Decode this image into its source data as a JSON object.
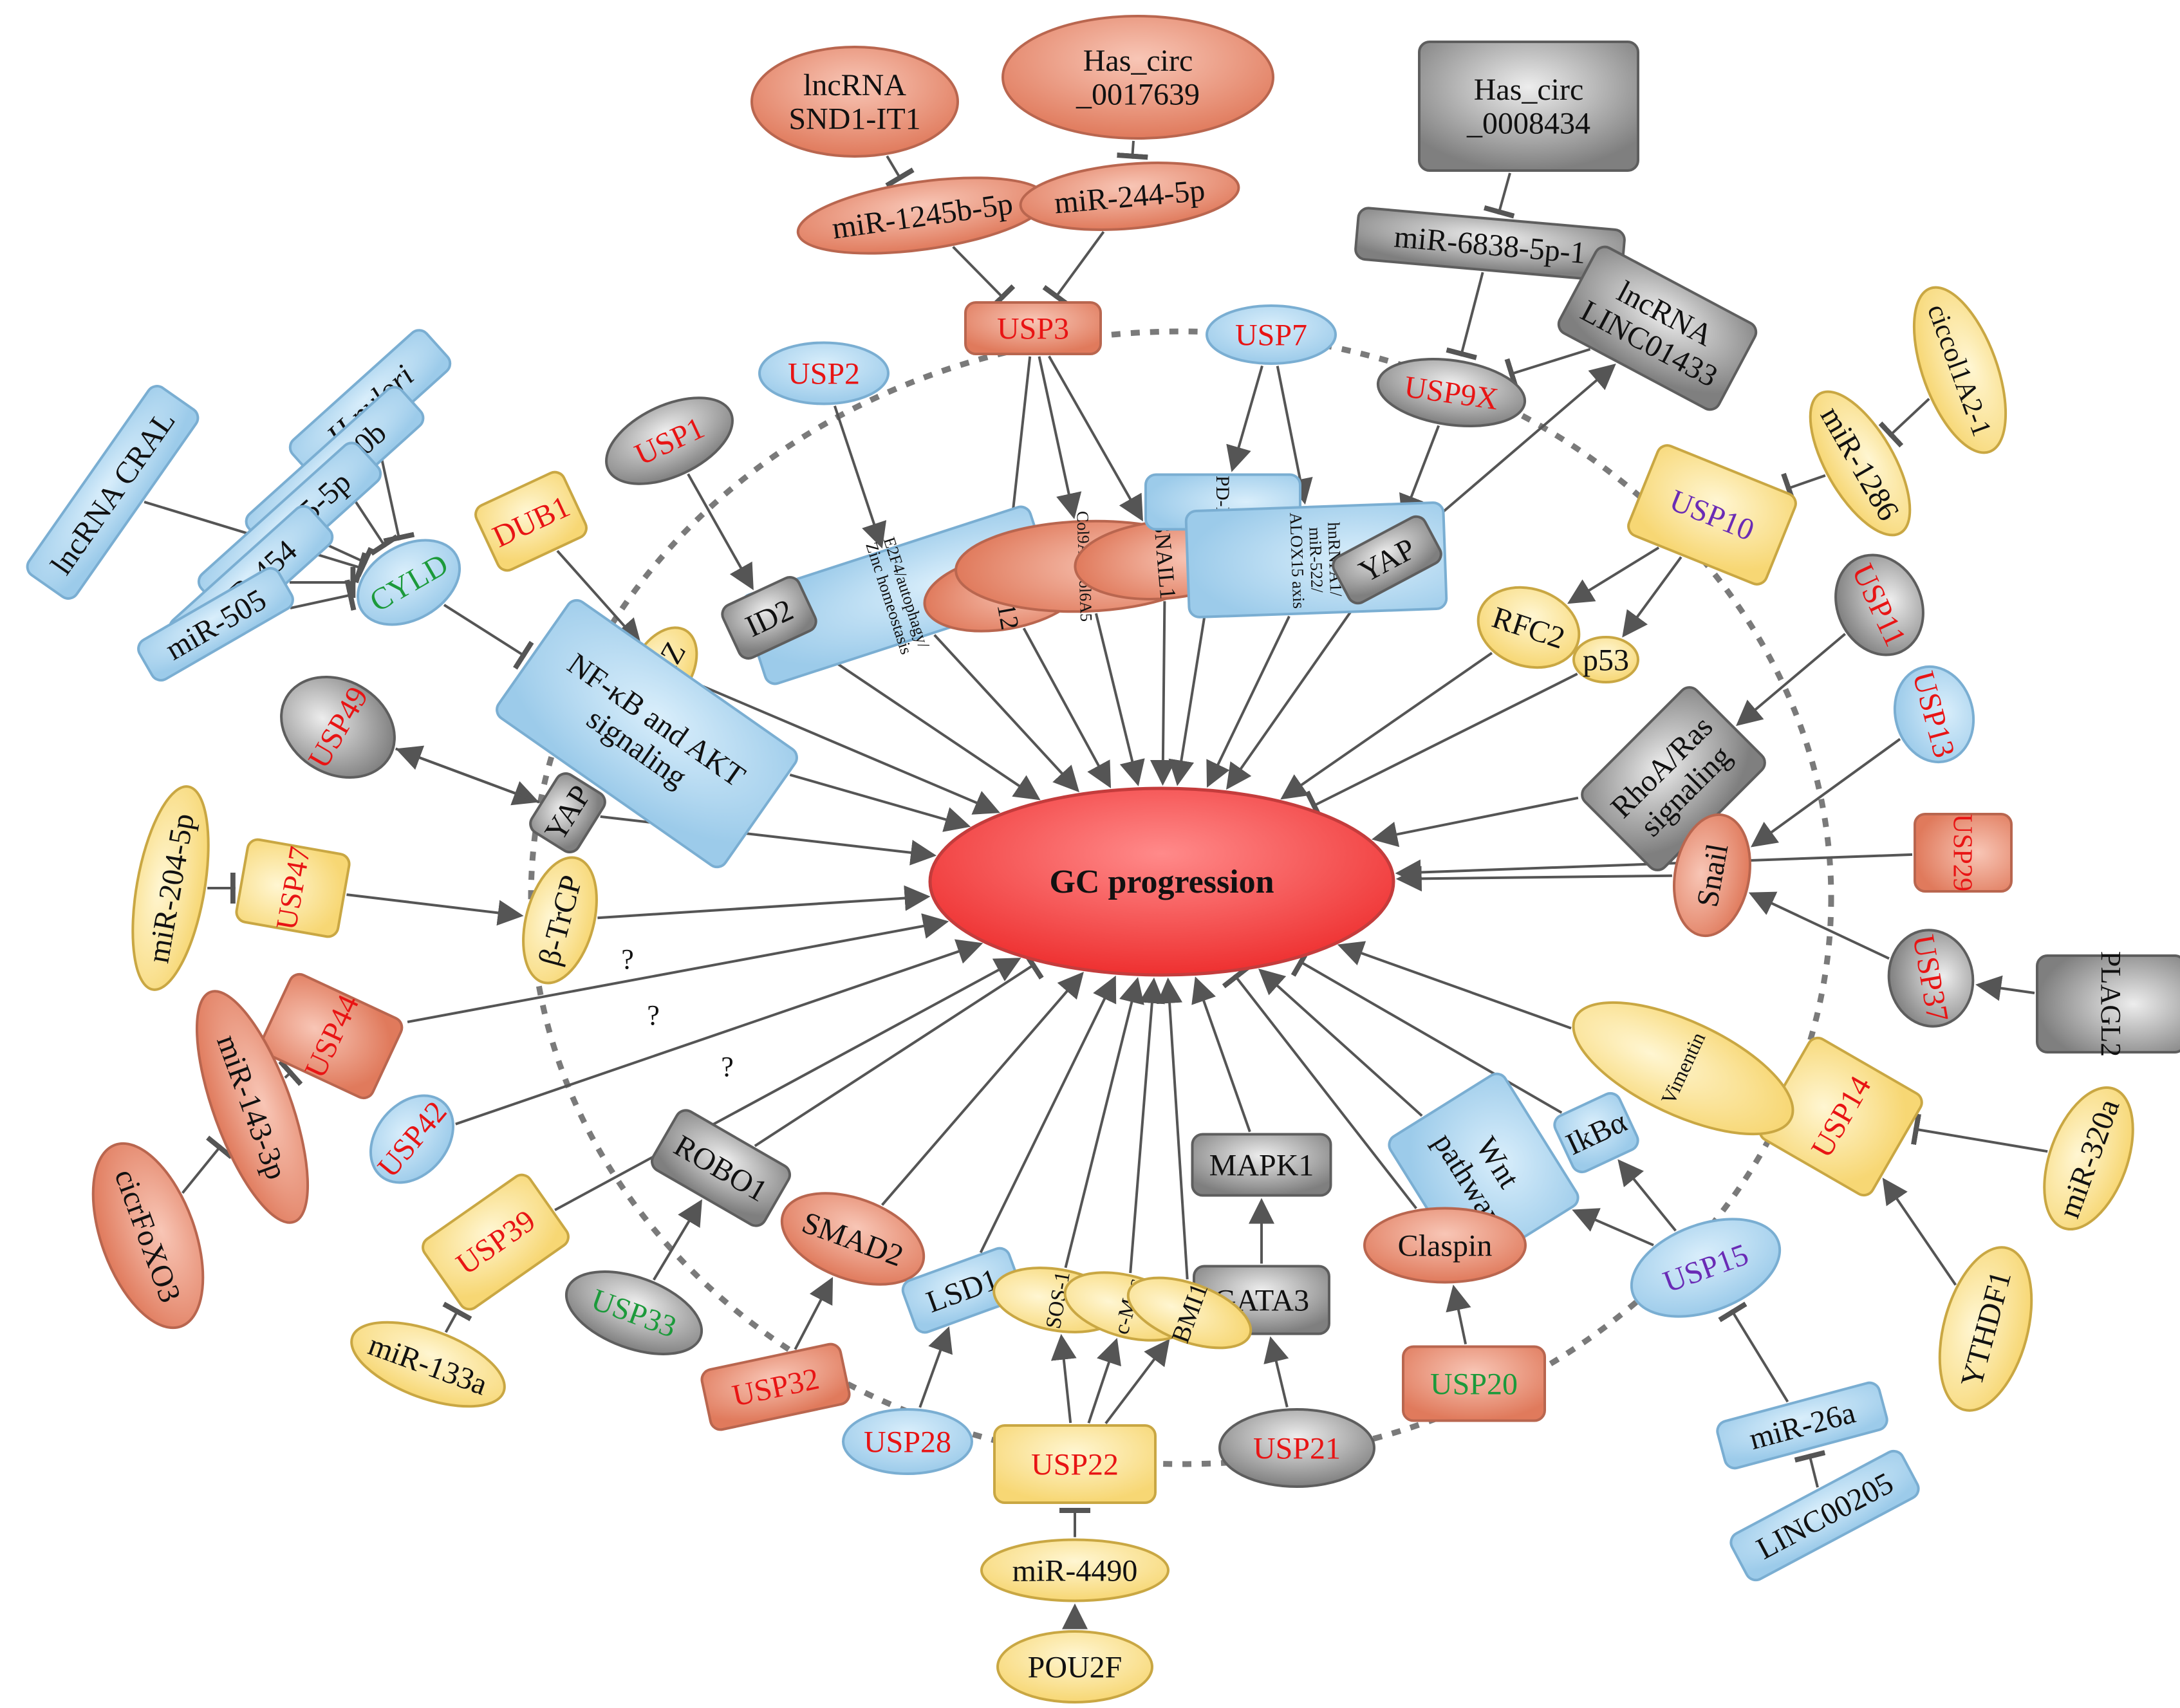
{
  "colors": {
    "salmon": "#e8856a",
    "grey": "#8f8f8f",
    "blue": "#a9d4ef",
    "yellow": "#fbe18b",
    "red": "#f04a4a",
    "label_red": "#e81414",
    "label_green": "#1c9a3b",
    "label_purple": "#6a2bb5",
    "label_black": "#111111"
  },
  "center": {
    "label": "GC progression"
  },
  "ring_marks": [
    "?",
    "?",
    "?"
  ],
  "nodes": [
    {
      "id": "lncrna_snd1",
      "label": "lncRNA SND1-IT1",
      "lines": [
        "lncRNA",
        "SND1-IT1"
      ],
      "shape": "ellipse",
      "color": "salmon"
    },
    {
      "id": "has_circ_0017639",
      "label": "Has_circ _0017639",
      "lines": [
        "Has_circ",
        "_0017639"
      ],
      "shape": "ellipse",
      "color": "salmon"
    },
    {
      "id": "has_circ_0008434",
      "label": "Has_circ _0008434",
      "lines": [
        "Has_circ",
        "_0008434"
      ],
      "shape": "rect",
      "color": "grey"
    },
    {
      "id": "mir_1245b",
      "label": "miR-1245b-5p",
      "shape": "ellipse",
      "color": "salmon"
    },
    {
      "id": "mir_244",
      "label": "miR-244-5p",
      "shape": "ellipse",
      "color": "salmon"
    },
    {
      "id": "mir_6838",
      "label": "miR-6838-5p-1",
      "shape": "rect",
      "color": "grey"
    },
    {
      "id": "lncrna_linc01433",
      "label": "lncRNA LINC01433",
      "lines": [
        "lncRNA",
        "LINC01433"
      ],
      "shape": "rect",
      "color": "grey"
    },
    {
      "id": "ciccol1a2",
      "label": "ciccol1A2-1",
      "shape": "ellipse",
      "color": "yellow"
    },
    {
      "id": "mir_1286",
      "label": "miR-1286",
      "shape": "ellipse",
      "color": "yellow"
    },
    {
      "id": "usp3",
      "label": "USP3",
      "shape": "rect",
      "color": "salmon",
      "label_color": "label_red"
    },
    {
      "id": "usp7",
      "label": "USP7",
      "shape": "ellipse",
      "color": "blue",
      "label_color": "label_red"
    },
    {
      "id": "usp9x",
      "label": "USP9X",
      "shape": "ellipse",
      "color": "grey",
      "label_color": "label_red"
    },
    {
      "id": "usp2",
      "label": "USP2",
      "shape": "ellipse",
      "color": "blue",
      "label_color": "label_red"
    },
    {
      "id": "usp1",
      "label": "USP1",
      "shape": "ellipse",
      "color": "grey",
      "label_color": "label_red"
    },
    {
      "id": "dub1",
      "label": "DUB1",
      "shape": "rect",
      "color": "yellow",
      "label_color": "label_red"
    },
    {
      "id": "cyld",
      "label": "CYLD",
      "shape": "ellipse",
      "color": "blue",
      "label_color": "label_green"
    },
    {
      "id": "usp10",
      "label": "USP10",
      "shape": "rect",
      "color": "yellow",
      "label_color": "label_purple"
    },
    {
      "id": "usp11",
      "label": "USP11",
      "shape": "ellipse",
      "color": "grey",
      "label_color": "label_red"
    },
    {
      "id": "usp13",
      "label": "USP13",
      "shape": "ellipse",
      "color": "blue",
      "label_color": "label_red"
    },
    {
      "id": "usp29",
      "label": "USP29",
      "shape": "rect",
      "color": "salmon",
      "label_color": "label_red"
    },
    {
      "id": "usp37",
      "label": "USP37",
      "shape": "ellipse",
      "color": "grey",
      "label_color": "label_red"
    },
    {
      "id": "usp14",
      "label": "USP14",
      "shape": "rect",
      "color": "yellow",
      "label_color": "label_red"
    },
    {
      "id": "usp15",
      "label": "USP15",
      "shape": "ellipse",
      "color": "blue",
      "label_color": "label_purple"
    },
    {
      "id": "usp20",
      "label": "USP20",
      "shape": "rect",
      "color": "salmon",
      "label_color": "label_green"
    },
    {
      "id": "usp21",
      "label": "USP21",
      "shape": "ellipse",
      "color": "grey",
      "label_color": "label_red"
    },
    {
      "id": "usp22",
      "label": "USP22",
      "shape": "rect",
      "color": "yellow",
      "label_color": "label_red"
    },
    {
      "id": "usp28",
      "label": "USP28",
      "shape": "ellipse",
      "color": "blue",
      "label_color": "label_red"
    },
    {
      "id": "usp32",
      "label": "USP32",
      "shape": "rect",
      "color": "salmon",
      "label_color": "label_red"
    },
    {
      "id": "usp33",
      "label": "USP33",
      "shape": "ellipse",
      "color": "grey",
      "label_color": "label_green"
    },
    {
      "id": "usp39",
      "label": "USP39",
      "shape": "rect",
      "color": "yellow",
      "label_color": "label_red"
    },
    {
      "id": "usp42",
      "label": "USP42",
      "shape": "ellipse",
      "color": "blue",
      "label_color": "label_red"
    },
    {
      "id": "usp44",
      "label": "USP44",
      "shape": "rect",
      "color": "salmon",
      "label_color": "label_red"
    },
    {
      "id": "usp47",
      "label": "USP47",
      "shape": "rect",
      "color": "yellow",
      "label_color": "label_red"
    },
    {
      "id": "usp49",
      "label": "USP49",
      "shape": "ellipse",
      "color": "grey",
      "label_color": "label_red"
    },
    {
      "id": "lncrna_cral",
      "label": "lncRNA CRAL",
      "shape": "rect",
      "color": "blue"
    },
    {
      "id": "hpylori",
      "label": "H.pylori",
      "shape": "rect",
      "color": "blue",
      "italic": true
    },
    {
      "id": "mir_130b",
      "label": "miR-130b",
      "shape": "rect",
      "color": "blue"
    },
    {
      "id": "mir_425",
      "label": "miR-425-5p",
      "shape": "rect",
      "color": "blue"
    },
    {
      "id": "mir_454",
      "label": "miR-454",
      "shape": "rect",
      "color": "blue"
    },
    {
      "id": "mir_505",
      "label": "miR-505",
      "shape": "rect",
      "color": "blue"
    },
    {
      "id": "e2f4",
      "label": "E2F4/autophagy/ Zinc homeostasis",
      "lines": [
        "E2F4/autophagy/",
        "Zinc homeostasis"
      ],
      "shape": "rect",
      "color": "blue"
    },
    {
      "id": "suz12",
      "label": "SUZ12",
      "shape": "ellipse",
      "color": "salmon"
    },
    {
      "id": "col9a3",
      "label": "Col9A3/Col6A5",
      "shape": "ellipse",
      "color": "salmon"
    },
    {
      "id": "snail1",
      "label": "SNAIL1",
      "shape": "ellipse",
      "color": "salmon"
    },
    {
      "id": "pdl1",
      "label": "PD-L1",
      "shape": "rect",
      "color": "blue"
    },
    {
      "id": "hnrnpa1",
      "label": "hnRNPA1/ miR-522/ ALOX15 axis",
      "lines": [
        "hnRNPA1/",
        "miR-522/",
        "ALOX15 axis"
      ],
      "shape": "rect",
      "color": "blue"
    },
    {
      "id": "yap_top",
      "label": "YAP",
      "shape": "rect",
      "color": "grey"
    },
    {
      "id": "id2",
      "label": "ID2",
      "shape": "rect",
      "color": "grey"
    },
    {
      "id": "taz",
      "label": "TAZ",
      "shape": "ellipse",
      "color": "yellow"
    },
    {
      "id": "nfkb",
      "label": "NF-κB and AKT signaling",
      "lines": [
        "NF-κB and AKT",
        "signaling"
      ],
      "shape": "rect",
      "color": "blue"
    },
    {
      "id": "yap_left",
      "label": "YAP",
      "shape": "rect",
      "color": "grey"
    },
    {
      "id": "btrcp",
      "label": "β-TrCP",
      "shape": "ellipse",
      "color": "yellow"
    },
    {
      "id": "mir_204",
      "label": "miR-204-5p",
      "shape": "ellipse",
      "color": "yellow"
    },
    {
      "id": "mir_143",
      "label": "miR-143-3p",
      "shape": "ellipse",
      "color": "salmon"
    },
    {
      "id": "circfoxo3",
      "label": "cicrFoXO3",
      "shape": "ellipse",
      "color": "salmon"
    },
    {
      "id": "rfc2",
      "label": "RFC2",
      "shape": "ellipse",
      "color": "yellow"
    },
    {
      "id": "p53",
      "label": "p53",
      "shape": "ellipse",
      "color": "yellow"
    },
    {
      "id": "rhoa",
      "label": "RhoA/Ras signaling",
      "lines": [
        "RhoA/Ras",
        "signaling"
      ],
      "shape": "rect",
      "color": "grey"
    },
    {
      "id": "snail",
      "label": "Snail",
      "shape": "ellipse",
      "color": "salmon"
    },
    {
      "id": "plagl2",
      "label": "PLAGL2",
      "shape": "rect",
      "color": "grey"
    },
    {
      "id": "vimentin",
      "label": "Vimentin",
      "shape": "ellipse",
      "color": "yellow"
    },
    {
      "id": "ikba",
      "label": "IkBα",
      "shape": "rect",
      "color": "blue"
    },
    {
      "id": "wnt",
      "label": "Wnt pathway",
      "lines": [
        "Wnt",
        "pathway"
      ],
      "shape": "rect",
      "color": "blue"
    },
    {
      "id": "mir_320a",
      "label": "miR-320a",
      "shape": "ellipse",
      "color": "yellow"
    },
    {
      "id": "ythdf1",
      "label": "YTHDF1",
      "shape": "ellipse",
      "color": "yellow"
    },
    {
      "id": "mapk1",
      "label": "MAPK1",
      "shape": "rect",
      "color": "grey"
    },
    {
      "id": "gata3",
      "label": "GATA3",
      "shape": "rect",
      "color": "grey"
    },
    {
      "id": "claspin",
      "label": "Claspin",
      "shape": "ellipse",
      "color": "salmon"
    },
    {
      "id": "robo1",
      "label": "ROBO1",
      "shape": "rect",
      "color": "grey"
    },
    {
      "id": "smad2",
      "label": "SMAD2",
      "shape": "ellipse",
      "color": "salmon"
    },
    {
      "id": "lsd1",
      "label": "LSD1",
      "shape": "rect",
      "color": "blue"
    },
    {
      "id": "sos1",
      "label": "SOS-1",
      "shape": "ellipse",
      "color": "yellow"
    },
    {
      "id": "cmyc",
      "label": "c-Myc",
      "shape": "ellipse",
      "color": "yellow"
    },
    {
      "id": "bmi1",
      "label": "BMI1",
      "shape": "ellipse",
      "color": "yellow"
    },
    {
      "id": "mir_133a",
      "label": "miR-133a",
      "shape": "ellipse",
      "color": "yellow"
    },
    {
      "id": "mir_4490",
      "label": "miR-4490",
      "shape": "ellipse",
      "color": "yellow"
    },
    {
      "id": "pou2f",
      "label": "POU2F",
      "shape": "ellipse",
      "color": "yellow"
    },
    {
      "id": "mir_26a",
      "label": "miR-26a",
      "shape": "rect",
      "color": "blue"
    },
    {
      "id": "linc00205",
      "label": "LINC00205",
      "shape": "rect",
      "color": "blue"
    }
  ],
  "edges": [
    {
      "from": "lncrna_snd1",
      "to": "mir_1245b",
      "type": "inhibit"
    },
    {
      "from": "has_circ_0017639",
      "to": "mir_244",
      "type": "inhibit"
    },
    {
      "from": "has_circ_0008434",
      "to": "mir_6838",
      "type": "inhibit"
    },
    {
      "from": "mir_1245b",
      "to": "usp3",
      "type": "inhibit"
    },
    {
      "from": "mir_244",
      "to": "usp3",
      "type": "inhibit"
    },
    {
      "from": "mir_6838",
      "to": "usp9x",
      "type": "inhibit"
    },
    {
      "from": "lncrna_linc01433",
      "to": "usp9x",
      "type": "inhibit"
    },
    {
      "from": "ciccol1a2",
      "to": "mir_1286",
      "type": "inhibit"
    },
    {
      "from": "mir_1286",
      "to": "usp10",
      "type": "inhibit"
    },
    {
      "from": "usp3",
      "to": "suz12",
      "type": "activate"
    },
    {
      "from": "usp3",
      "to": "col9a3",
      "type": "activate"
    },
    {
      "from": "usp3",
      "to": "snail1",
      "type": "activate"
    },
    {
      "from": "usp2",
      "to": "e2f4",
      "type": "activate"
    },
    {
      "from": "usp7",
      "to": "pdl1",
      "type": "activate"
    },
    {
      "from": "usp7",
      "to": "hnrnpa1",
      "type": "activate"
    },
    {
      "from": "usp9x",
      "to": "yap_top",
      "type": "activate"
    },
    {
      "from": "yap_top",
      "to": "lncrna_linc01433",
      "type": "activate"
    },
    {
      "from": "usp1",
      "to": "id2",
      "type": "activate"
    },
    {
      "from": "dub1",
      "to": "taz",
      "type": "activate"
    },
    {
      "from": "lncrna_cral",
      "to": "cyld",
      "type": "inhibit"
    },
    {
      "from": "hpylori",
      "to": "cyld",
      "type": "inhibit"
    },
    {
      "from": "mir_130b",
      "to": "cyld",
      "type": "inhibit"
    },
    {
      "from": "mir_425",
      "to": "cyld",
      "type": "inhibit"
    },
    {
      "from": "mir_454",
      "to": "cyld",
      "type": "inhibit"
    },
    {
      "from": "mir_505",
      "to": "cyld",
      "type": "inhibit"
    },
    {
      "from": "cyld",
      "to": "nfkb",
      "type": "inhibit"
    },
    {
      "from": "usp49",
      "to": "yap_left",
      "type": "activate"
    },
    {
      "from": "yap_left",
      "to": "usp49",
      "type": "activate"
    },
    {
      "from": "mir_204",
      "to": "usp47",
      "type": "inhibit"
    },
    {
      "from": "usp47",
      "to": "btrcp",
      "type": "activate"
    },
    {
      "from": "circfoxo3",
      "to": "mir_143",
      "type": "inhibit"
    },
    {
      "from": "mir_143",
      "to": "usp44",
      "type": "inhibit"
    },
    {
      "from": "usp10",
      "to": "rfc2",
      "type": "activate"
    },
    {
      "from": "usp10",
      "to": "p53",
      "type": "activate"
    },
    {
      "from": "usp11",
      "to": "rhoa",
      "type": "activate"
    },
    {
      "from": "usp13",
      "to": "snail",
      "type": "activate"
    },
    {
      "from": "usp37",
      "to": "snail",
      "type": "activate"
    },
    {
      "from": "plagl2",
      "to": "usp37",
      "type": "activate"
    },
    {
      "from": "usp14",
      "to": "vimentin",
      "type": "activate"
    },
    {
      "from": "mir_320a",
      "to": "usp14",
      "type": "inhibit"
    },
    {
      "from": "ythdf1",
      "to": "usp14",
      "type": "activate"
    },
    {
      "from": "usp15",
      "to": "ikba",
      "type": "activate"
    },
    {
      "from": "usp15",
      "to": "wnt",
      "type": "activate"
    },
    {
      "from": "mir_26a",
      "to": "usp15",
      "type": "inhibit"
    },
    {
      "from": "linc00205",
      "to": "mir_26a",
      "type": "inhibit"
    },
    {
      "from": "usp20",
      "to": "claspin",
      "type": "activate"
    },
    {
      "from": "usp21",
      "to": "gata3",
      "type": "activate"
    },
    {
      "from": "gata3",
      "to": "mapk1",
      "type": "activate"
    },
    {
      "from": "usp22",
      "to": "sos1",
      "type": "activate"
    },
    {
      "from": "usp22",
      "to": "cmyc",
      "type": "activate"
    },
    {
      "from": "usp22",
      "to": "bmi1",
      "type": "activate"
    },
    {
      "from": "mir_4490",
      "to": "usp22",
      "type": "inhibit"
    },
    {
      "from": "pou2f",
      "to": "mir_4490",
      "type": "activate"
    },
    {
      "from": "usp28",
      "to": "lsd1",
      "type": "activate"
    },
    {
      "from": "usp32",
      "to": "smad2",
      "type": "activate"
    },
    {
      "from": "usp33",
      "to": "robo1",
      "type": "activate"
    },
    {
      "from": "mir_133a",
      "to": "usp39",
      "type": "inhibit"
    },
    {
      "from": "e2f4",
      "to": "center",
      "type": "activate"
    },
    {
      "from": "suz12",
      "to": "center",
      "type": "activate"
    },
    {
      "from": "col9a3",
      "to": "center",
      "type": "activate"
    },
    {
      "from": "snail1",
      "to": "center",
      "type": "activate"
    },
    {
      "from": "pdl1",
      "to": "center",
      "type": "activate"
    },
    {
      "from": "hnrnpa1",
      "to": "center",
      "type": "activate"
    },
    {
      "from": "yap_top",
      "to": "center",
      "type": "activate"
    },
    {
      "from": "rfc2",
      "to": "center",
      "type": "activate"
    },
    {
      "from": "p53",
      "to": "center",
      "type": "inhibit"
    },
    {
      "from": "rhoa",
      "to": "center",
      "type": "activate"
    },
    {
      "from": "snail",
      "to": "center",
      "type": "activate"
    },
    {
      "from": "usp29",
      "to": "center",
      "type": "activate"
    },
    {
      "from": "vimentin",
      "to": "center",
      "type": "activate"
    },
    {
      "from": "ikba",
      "to": "center",
      "type": "inhibit"
    },
    {
      "from": "wnt",
      "to": "center",
      "type": "activate"
    },
    {
      "from": "claspin",
      "to": "center",
      "type": "inhibit"
    },
    {
      "from": "mapk1",
      "to": "center",
      "type": "activate"
    },
    {
      "from": "bmi1",
      "to": "center",
      "type": "activate"
    },
    {
      "from": "cmyc",
      "to": "center",
      "type": "activate"
    },
    {
      "from": "sos1",
      "to": "center",
      "type": "activate"
    },
    {
      "from": "lsd1",
      "to": "center",
      "type": "activate"
    },
    {
      "from": "smad2",
      "to": "center",
      "type": "activate"
    },
    {
      "from": "robo1",
      "to": "center",
      "type": "inhibit"
    },
    {
      "from": "usp39",
      "to": "center",
      "type": "activate"
    },
    {
      "from": "usp42",
      "to": "center",
      "type": "activate"
    },
    {
      "from": "usp44",
      "to": "center",
      "type": "activate"
    },
    {
      "from": "btrcp",
      "to": "center",
      "type": "activate"
    },
    {
      "from": "yap_left",
      "to": "center",
      "type": "activate"
    },
    {
      "from": "nfkb",
      "to": "center",
      "type": "activate"
    },
    {
      "from": "taz",
      "to": "center",
      "type": "activate"
    },
    {
      "from": "id2",
      "to": "center",
      "type": "activate"
    }
  ]
}
